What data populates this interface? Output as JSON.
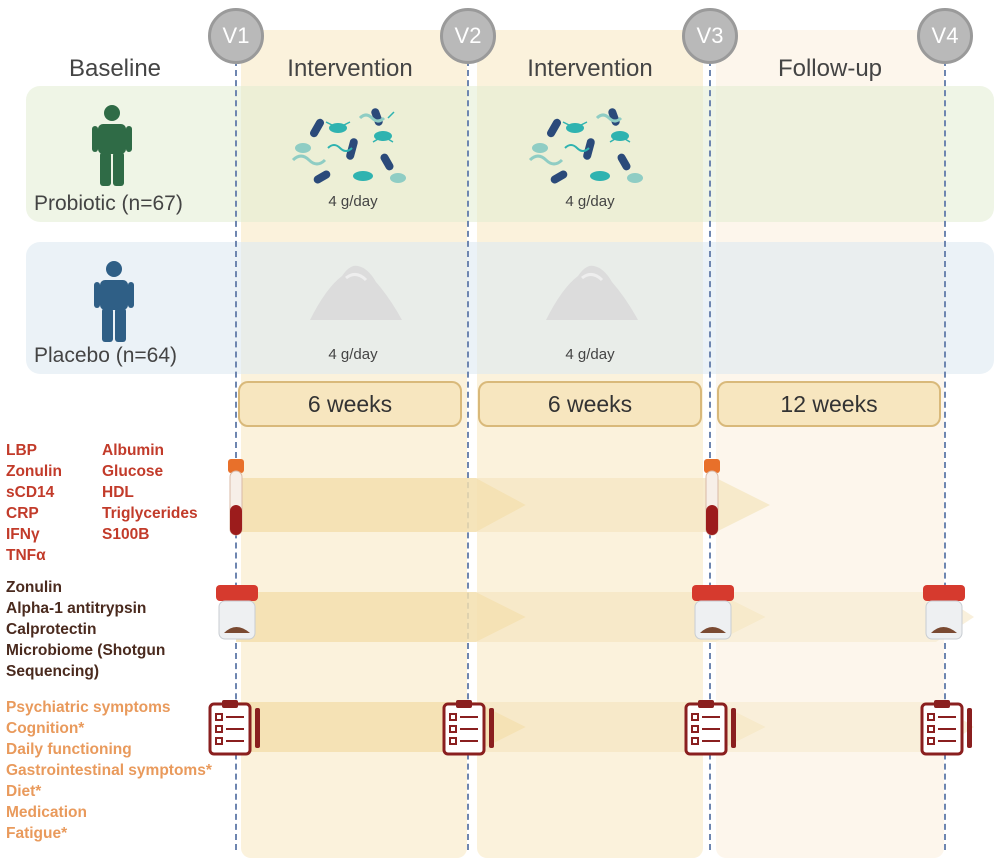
{
  "visits": [
    "V1",
    "V2",
    "V3",
    "V4"
  ],
  "phases": {
    "baseline": "Baseline",
    "intervention1": "Intervention",
    "intervention2": "Intervention",
    "followup": "Follow-up"
  },
  "groups": {
    "probiotic": {
      "label": "Probiotic (n=67)",
      "color": "#2f6b46"
    },
    "placebo": {
      "label": "Placebo (n=64)",
      "color": "#2f5f86"
    }
  },
  "doses": [
    "4 g/day",
    "4 g/day",
    "4 g/day",
    "4 g/day"
  ],
  "durations": [
    "6 weeks",
    "6 weeks",
    "12 weeks"
  ],
  "blood_markers": {
    "col1": [
      "LBP",
      "Zonulin",
      "sCD14",
      "CRP",
      "IFNγ",
      "TNFα"
    ],
    "col2": [
      "Albumin",
      "Glucose",
      "HDL",
      "Triglycerides",
      "S100B"
    ],
    "color": "#c23b2a"
  },
  "stool_markers": {
    "items": [
      "Zonulin",
      "Alpha-1 antitrypsin",
      "Calprotectin",
      "Microbiome (Shotgun",
      "Sequencing)"
    ],
    "color": "#4a2a1e"
  },
  "questionnaires": {
    "items": [
      "Psychiatric symptoms",
      "Cognition*",
      "Daily functioning",
      "Gastrointestinal symptoms*",
      "Diet*",
      "Medication",
      "Fatigue*"
    ],
    "color": "#e99a5c"
  },
  "icons": [
    "person-icon",
    "bacteria-icon",
    "powder-icon",
    "blood-tube-icon",
    "stool-container-icon",
    "clipboard-icon"
  ]
}
